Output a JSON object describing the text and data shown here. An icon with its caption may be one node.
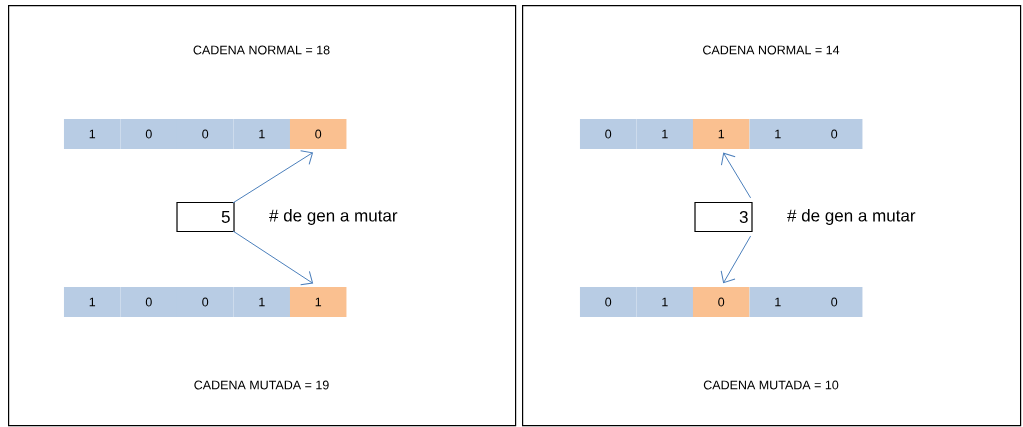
{
  "diagram": {
    "nodes": [
      {
        "text": [
          "CADENA NORMAL = 18",
          "CADENA MUTADA = 19"
        ]
      },
      {
        "text": [
          "1"
        ],
        "in": 0
      },
      {
        "text": [
          "0"
        ],
        "in": 0
      },
      {
        "text": [
          "0"
        ],
        "in": 0
      },
      {
        "text": [
          "1"
        ],
        "in": 0
      },
      {
        "text": [
          "0"
        ],
        "in": 0
      },
      {
        "text": [
          "5"
        ],
        "beside": [
          "# de gen a mutar"
        ],
        "in": 0
      },
      {
        "text": [
          "1"
        ],
        "in": 0
      },
      {
        "text": [
          "0"
        ],
        "in": 0
      },
      {
        "text": [
          "0"
        ],
        "in": 0
      },
      {
        "text": [
          "1"
        ],
        "in": 0
      },
      {
        "text": [
          "1"
        ],
        "in": 0
      },
      {
        "text": [
          "CADENA NORMAL = 14",
          "CADENA MUTADA = 10"
        ]
      },
      {
        "text": [
          "0"
        ],
        "in": 12
      },
      {
        "text": [
          "1"
        ],
        "in": 12
      },
      {
        "text": [
          "1"
        ],
        "in": 12
      },
      {
        "text": [
          "1"
        ],
        "in": 12
      },
      {
        "text": [
          "0"
        ],
        "in": 12
      },
      {
        "text": [
          "3"
        ],
        "beside": [
          "# de gen a mutar"
        ],
        "in": 12
      },
      {
        "text": [
          "0"
        ],
        "in": 12
      },
      {
        "text": [
          "1"
        ],
        "in": 12
      },
      {
        "text": [
          "0"
        ],
        "in": 12
      },
      {
        "text": [
          "1"
        ],
        "in": 12
      },
      {
        "text": [
          "0"
        ],
        "in": 12
      }
    ],
    "edges": [
      {
        "from": 6,
        "to": 5,
        "arrow": "to"
      },
      {
        "from": 6,
        "to": 11,
        "arrow": "to"
      },
      {
        "from": 18,
        "to": 15,
        "arrow": "to"
      },
      {
        "from": 18,
        "to": 21,
        "arrow": "to"
      }
    ]
  }
}
